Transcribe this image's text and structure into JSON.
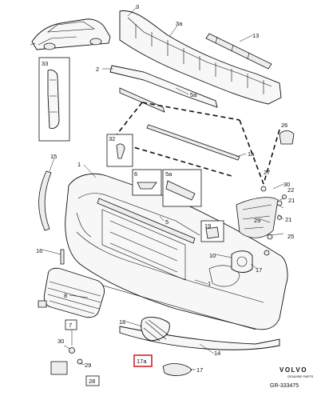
{
  "callouts": {
    "c1": "1",
    "c1a": "1a",
    "c2": "2",
    "c3": "3",
    "c3a": "3a",
    "c5": "5",
    "c5a": "5a",
    "c6": "6",
    "c7": "7",
    "c8": "8",
    "c10": "10",
    "c13": "13",
    "c14": "14",
    "c15": "15",
    "c16": "16",
    "c17": "17",
    "c17a": "17a",
    "c18": "18",
    "c19": "19",
    "c21a": "21",
    "c21b": "21",
    "c22": "22",
    "c25": "25",
    "c26": "26",
    "c27": "27",
    "c28": "28",
    "c29": "29",
    "c30": "30",
    "c32": "32",
    "c33": "33"
  },
  "highlight_color": "#d2232a",
  "brand": {
    "logo": "VOLVO",
    "tagline": "GENUINE PARTS"
  },
  "reference": "GR-333475"
}
